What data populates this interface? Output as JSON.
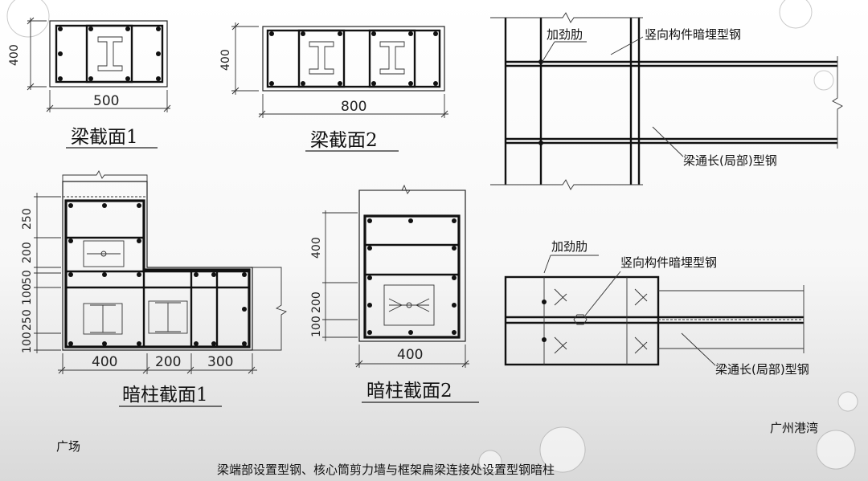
{
  "titles": {
    "beam1": "梁截面1",
    "beam2": "梁截面2",
    "col1": "暗柱截面1",
    "col2": "暗柱截面2"
  },
  "dims": {
    "beam1_width": "500",
    "beam1_height": "400",
    "beam2_width": "800",
    "beam2_height": "400",
    "col1_w1": "400",
    "col1_w2": "200",
    "col1_w3": "300",
    "col1_h1": "250",
    "col1_h2": "200",
    "col1_h3": "50",
    "col1_h4": "100",
    "col1_h5": "250",
    "col1_h6": "100",
    "col2_width": "400",
    "col2_h1": "400",
    "col2_h2": "200",
    "col2_h3": "100"
  },
  "labels": {
    "stiffener_top": "加劲肋",
    "embedded_steel_top": "竖向构件暗埋型钢",
    "beam_steel_top": "梁通长(局部)型钢",
    "stiffener_bottom": "加劲肋",
    "embedded_steel_bottom": "竖向构件暗埋型钢",
    "beam_steel_bottom": "梁通长(局部)型钢"
  },
  "footer": {
    "left": "广场",
    "right": "广州港湾",
    "caption": "梁端部设置型钢、核心筒剪力墙与框架扁梁连接处设置型钢暗柱"
  }
}
